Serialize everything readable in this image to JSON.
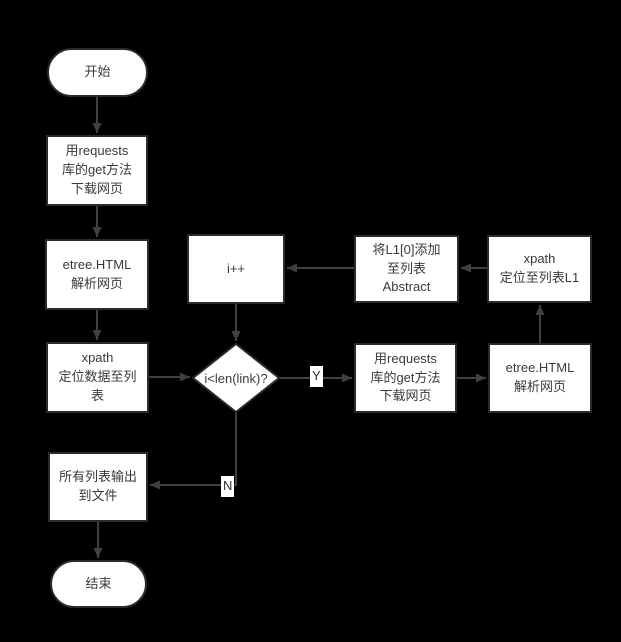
{
  "diagram": {
    "type": "flowchart",
    "nodes": {
      "start": "开始",
      "download_left": "用requests\n库的get方法\n下载网页",
      "parse_left": "etree.HTML\n解析网页",
      "xpath_left": "xpath\n定位数据至列\n表",
      "output_file": "所有列表输出\n到文件",
      "end": "结束",
      "increment": "i++",
      "condition": "i<len(link)?",
      "append_abstract": "将L1[0]添加\n至列表\nAbstract",
      "xpath_l1": "xpath\n定位至列表L1",
      "download_right": "用requests\n库的get方法\n下载网页",
      "parse_right": "etree.HTML\n解析网页"
    },
    "edge_labels": {
      "yes": "Y",
      "no": "N"
    },
    "colors": {
      "background": "#000000",
      "node_fill": "#ffffff",
      "node_border": "#2b2b2b",
      "connector": "#404040",
      "text": "#3a3a3a"
    }
  }
}
